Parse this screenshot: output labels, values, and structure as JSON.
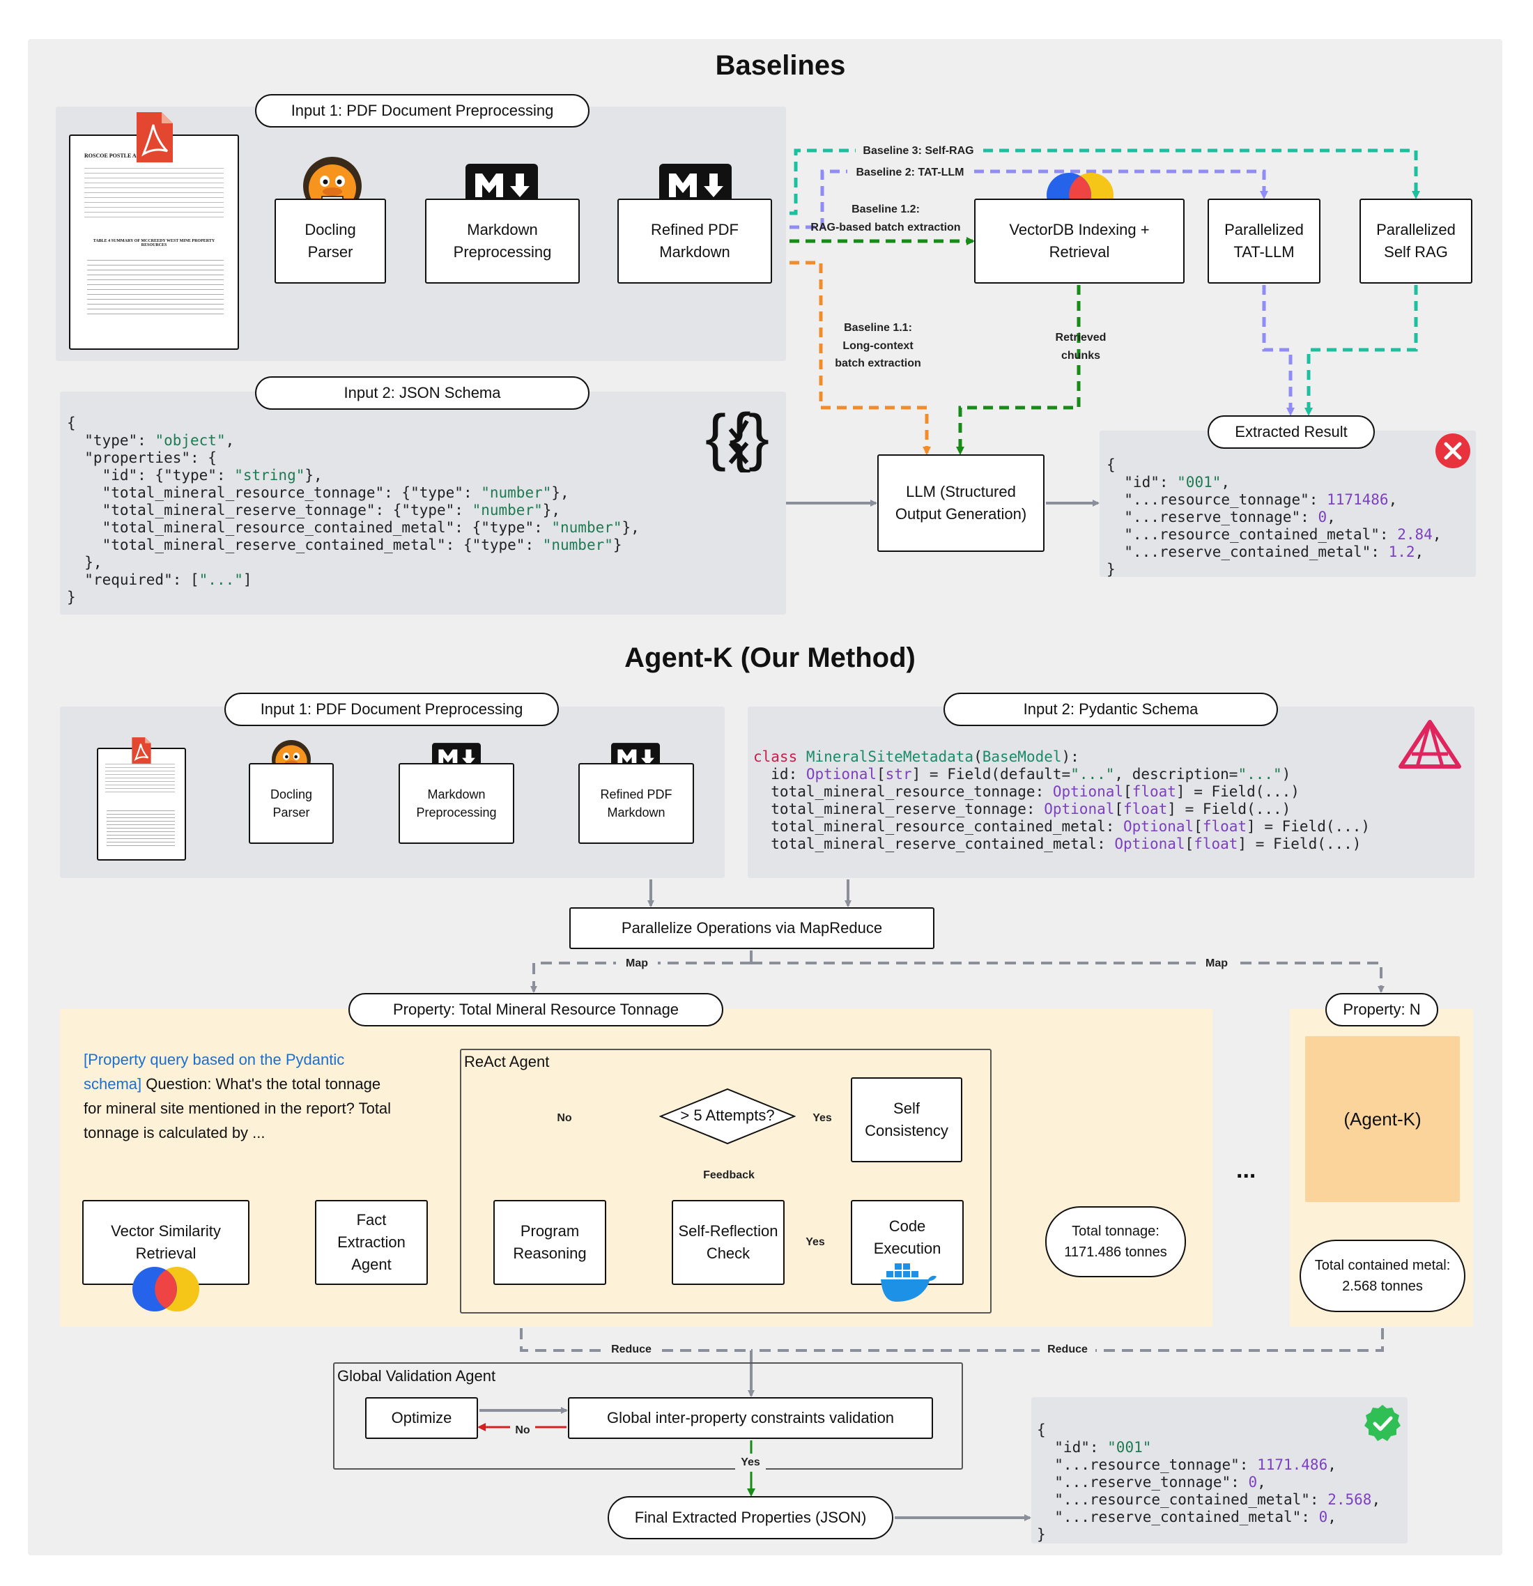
{
  "baselines": {
    "title": "Baselines",
    "input1_label": "Input 1: PDF Document Preprocessing",
    "input2_label": "Input 2: JSON Schema",
    "doc_header": "ROSCOE POSTLE ASSO",
    "doc_table_title": "TABLE 4 SUMMARY OF MCCREEDY WEST MINE PROPERTY RESOURCES",
    "docling_parser": "Docling\nParser",
    "markdown_preprocessing": "Markdown\nPreprocessing",
    "refined_markdown": "Refined PDF\nMarkdown",
    "vectordb": "VectorDB Indexing +\nRetrieval",
    "tatllm": "Parallelized\nTAT-LLM",
    "selfrag": "Parallelized\nSelf RAG",
    "llm": "LLM (Structured\nOutput Generation)",
    "extracted_result_label": "Extracted Result",
    "edge_b3": "Baseline 3: Self-RAG",
    "edge_b2": "Baseline 2: TAT-LLM",
    "edge_b12": "Baseline 1.2:\nRAG-based batch extraction",
    "edge_b11": "Baseline 1.1:\nLong-context\nbatch extraction",
    "edge_retrieved": "Retrieved\nchunks",
    "json_schema": {
      "l1": "{",
      "type_key": "  \"type\": ",
      "type_val": "\"object\"",
      "props": "  \"properties\": {",
      "id_key": "    \"id\": {\"type\": ",
      "id_val": "\"string\"",
      "p1_key": "    \"total_mineral_resource_tonnage\": {\"type\": ",
      "p2_key": "    \"total_mineral_reserve_tonnage\": {\"type\": ",
      "p3_key": "    \"total_mineral_resource_contained_metal\": {\"type\": ",
      "p4_key": "    \"total_mineral_reserve_contained_metal\": {\"type\": ",
      "num_val": "\"number\"",
      "close_props": "  },",
      "req_key": "  \"required\": [",
      "req_val": "\"...\"",
      "req_close": "]",
      "close": "}"
    },
    "result": {
      "open": "{",
      "id_key": "  \"id\": ",
      "id_val": "\"001\"",
      "k1": "  \"...resource_tonnage\": ",
      "v1": "1171486",
      "k2": "  \"...reserve_tonnage\": ",
      "v2": "0",
      "k3": "  \"...resource_contained_metal\": ",
      "v3": "2.84",
      "k4": "  \"...reserve_contained_metal\": ",
      "v4": "1.2",
      "close": "}"
    }
  },
  "agentk": {
    "title": "Agent-K (Our Method)",
    "input1_label": "Input 1: PDF Document Preprocessing",
    "input2_label": "Input 2: Pydantic Schema",
    "docling_parser": "Docling\nParser",
    "markdown_preprocessing": "Markdown\nPreprocessing",
    "refined_markdown": "Refined PDF\nMarkdown",
    "pydantic": {
      "kw_class": "class ",
      "cls_name": "MineralSiteMetadata",
      "base": "BaseModel",
      "l1_a": "  id: ",
      "l1_b": " = Field(default=",
      "l1_c": "\"...\"",
      "l1_d": ", description=",
      "l1_e": "\"...\"",
      "l1_f": ")",
      "f1": "  total_mineral_resource_tonnage: ",
      "f2": "  total_mineral_reserve_tonnage: ",
      "f3": "  total_mineral_resource_contained_metal: ",
      "f4": "  total_mineral_reserve_contained_metal: ",
      "optional": "Optional",
      "str": "str",
      "float": "float",
      "field_tail": " = Field(...)"
    },
    "mapreduce": "Parallelize Operations via MapReduce",
    "map_label": "Map",
    "reduce_label": "Reduce",
    "property1_label": "Property: Total Mineral Resource Tonnage",
    "propertyN_label": "Property: N",
    "query_blue": "[Property query based on the Pydantic schema]",
    "query_text": " Question: What's the total tonnage for mineral site mentioned in the report? Total tonnage is calculated by ...",
    "react_agent": "ReAct Agent",
    "attempts": "> 5 Attempts?",
    "no": "No",
    "yes": "Yes",
    "feedback": "Feedback",
    "self_consistency": "Self\nConsistency",
    "vector_similarity": "Vector Similarity\nRetrieval",
    "fact_extraction": "Fact\nExtraction\nAgent",
    "program_reasoning": "Program\nReasoning",
    "self_reflection": "Self-Reflection\nCheck",
    "code_execution": "Code\nExecution",
    "total_tonnage": "Total tonnage:\n1171.486 tonnes",
    "ellipsis": "...",
    "agentk_inner": "(Agent-K)",
    "total_metal": "Total contained metal:\n2.568 tonnes",
    "global_validation": "Global Validation Agent",
    "optimize": "Optimize",
    "global_constraints": "Global inter-property constraints validation",
    "final": "Final Extracted Properties (JSON)",
    "result": {
      "open": "{",
      "id_key": "  \"id\": ",
      "id_val": "\"001\"",
      "k1": "  \"...resource_tonnage\": ",
      "v1": "1171.486",
      "k2": "  \"...reserve_tonnage\": ",
      "v2": "0",
      "k3": "  \"...resource_contained_metal\": ",
      "v3": "2.568",
      "k4": "  \"...reserve_contained_metal\": ",
      "v4": "0",
      "close": "}"
    }
  },
  "colors": {
    "orange": "#f28c28",
    "green": "#178a17",
    "purple": "#8f8cf5",
    "teal": "#1dbf9f",
    "gray": "#8a8f99",
    "red": "#d42020"
  },
  "icons": [
    "pdf-file-icon",
    "docling-duck-icon",
    "markdown-icon",
    "vectordb-logo-icon",
    "json-schema-icon",
    "error-x-icon",
    "pydantic-logo-icon",
    "docker-icon",
    "success-check-icon"
  ]
}
